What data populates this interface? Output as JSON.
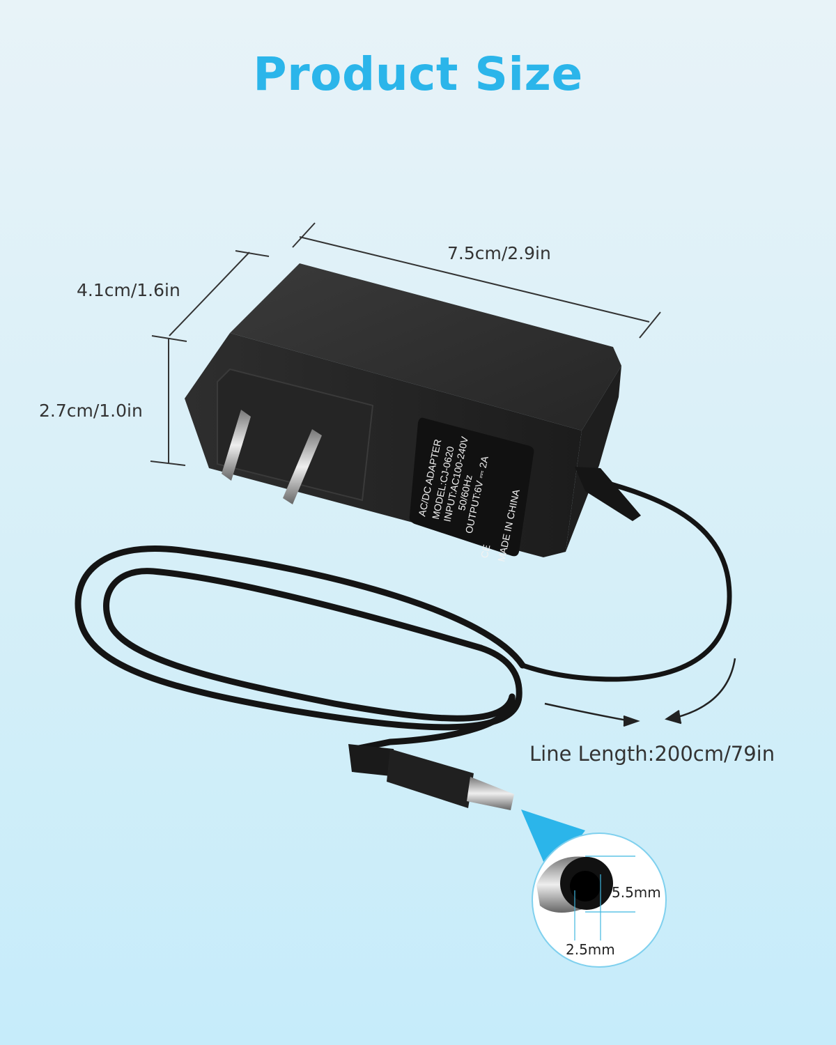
{
  "title": "Product Size",
  "colors": {
    "accent": "#2bb5ea",
    "adapter": "#2a2a2a",
    "dimension_line": "#333333"
  },
  "dimensions": {
    "length": "7.5cm/2.9in",
    "depth": "4.1cm/1.6in",
    "height": "2.7cm/1.0in",
    "line_length": "Line Length:200cm/79in",
    "outer_diameter": "5.5mm",
    "inner_diameter": "2.5mm"
  },
  "adapter_label": {
    "line1": "AC/DC ADAPTER",
    "line2": "MODEL:CJ-0620",
    "line3": "INPUT:AC100-240V",
    "line4": "50/60Hz",
    "line5": "OUTPUT:6V ⎓ 2A",
    "line6": "MADE IN CHINA",
    "ce_mark": "CE"
  }
}
